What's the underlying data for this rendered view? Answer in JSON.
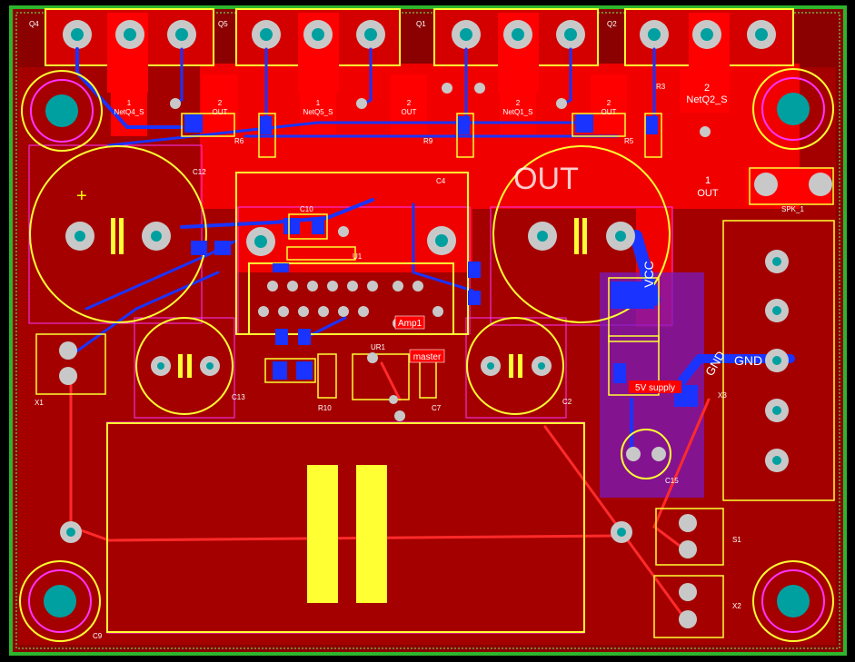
{
  "board": {
    "colors": {
      "background": "#000000",
      "board_edge": "#2db52d",
      "copper_top": "#cc0000",
      "copper_bright": "#ff0000",
      "trace_bottom": "#1a33ff",
      "silkscreen": "#ffff33",
      "keepout": "#ff33ff",
      "pad": "#c8c8c8",
      "via_hole": "#00a0a0"
    }
  },
  "labels": {
    "q4": "Q4",
    "q5": "Q5",
    "q1": "Q1",
    "q2": "Q2",
    "r6": "R6",
    "r9": "R9",
    "r5": "R5",
    "r3": "R3",
    "c12": "C12",
    "c4": "C4",
    "c13": "C13",
    "c2": "C2",
    "c9": "C9",
    "c7": "C7",
    "c15": "C15",
    "r10": "R10",
    "x1": "X1",
    "x2": "X2",
    "x3": "X3",
    "s1": "S1",
    "spk": "SPK_1",
    "u1": "U1",
    "ur1": "UR1",
    "c10": "C10"
  },
  "nets": {
    "netq4_pin": "1",
    "netq4": "NetQ4_S",
    "out_pin_a": "2",
    "out_a": "OUT",
    "netq5_pin": "1",
    "netq5": "NetQ5_S",
    "out_pin_b": "2",
    "out_b": "OUT",
    "netq1_pin": "2",
    "netq1": "NetQ1_S",
    "out_pin_c": "2",
    "out_c": "OUT",
    "netq2_pin": "2",
    "netq2": "NetQ2_S",
    "out_big": "OUT",
    "spk_pin": "1",
    "spk_out": "OUT",
    "vcc": "VCC",
    "gnd": "GND",
    "gnd_rot": "GND"
  },
  "tags": {
    "amp1": "Amp1",
    "master": "master",
    "supply": "5V supply"
  }
}
